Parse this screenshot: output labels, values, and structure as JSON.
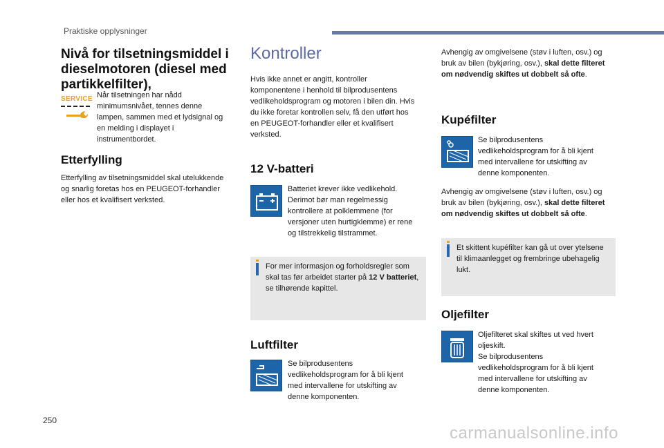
{
  "header": {
    "section": "Praktiske opplysninger"
  },
  "page_number": "250",
  "watermark": "carmanualsonline.info",
  "col1": {
    "title": "Nivå for tilsetningsmiddel i dieselmotoren (diesel med partikkelfilter),",
    "service_icon_text": "SERVICE",
    "service_text": "Når tilsetningen har nådd minimumsnivået, tennes denne lampen, sammen med et lydsignal og en melding i displayet i instrumentbordet.",
    "refill_title": "Etterfylling",
    "refill_text": "Etterfylling av tilsetningsmiddel skal utelukkende og snarlig foretas hos en PEUGEOT-forhandler eller hos et kvalifisert verksted."
  },
  "col2": {
    "title": "Kontroller",
    "intro": "Hvis ikke annet er angitt, kontroller komponentene i henhold til bilprodusentens vedlikeholdsprogram og motoren i bilen din. Hvis du ikke foretar kontrollen selv, få den utført hos en PEUGEOT-forhandler eller et kvalifisert verksted.",
    "battery_title": "12 V-batteri",
    "battery_text": "Batteriet krever ikke vedlikehold. Derimot bør man regelmessig kontrollere at polklemmene (for versjoner uten hurtigklemme) er rene og tilstrekkelig tilstrammet.",
    "info_pre": "For mer informasjon og forholdsregler som skal tas før arbeidet starter på ",
    "info_bold": "12 V batteriet",
    "info_post": ", se tilhørende kapittel.",
    "airfilter_title": "Luftfilter",
    "airfilter_text": "Se bilprodusentens vedlikeholdsprogram for å bli kjent med intervallene for utskifting av denne komponenten."
  },
  "col3": {
    "env1_pre": "Avhengig av omgivelsene (støv i luften, osv.) og bruk av bilen (bykjøring, osv.), ",
    "env1_bold": "skal dette filteret om nødvendig skiftes ut dobbelt så ofte",
    "env1_post": ".",
    "cabin_title": "Kupéfilter",
    "cabin_text": "Se bilprodusentens vedlikeholdsprogram for å bli kjent med intervallene for utskifting av denne komponenten.",
    "env2_pre": "Avhengig av omgivelsene (støv i luften, osv.) og bruk av bilen (bykjøring, osv.), ",
    "env2_bold": "skal dette filteret om nødvendig skiftes ut dobbelt så ofte",
    "env2_post": ".",
    "cabin_info": "Et skittent kupéfilter kan gå ut over ytelsene til klimaanlegget og frembringe ubehagelig lukt.",
    "oil_title": "Oljefilter",
    "oil_text1": "Oljefilteret skal skiftes ut ved hvert oljeskift.",
    "oil_text2": "Se bilprodusentens vedlikeholdsprogram for å bli kjent med intervallene for utskifting av denne komponenten."
  },
  "colors": {
    "accent_blue": "#1e64a8",
    "header_bar": "#6b7aa3",
    "title_light": "#5b6aa0",
    "service_orange": "#e8a21c",
    "info_bg": "#e7e7e7"
  }
}
